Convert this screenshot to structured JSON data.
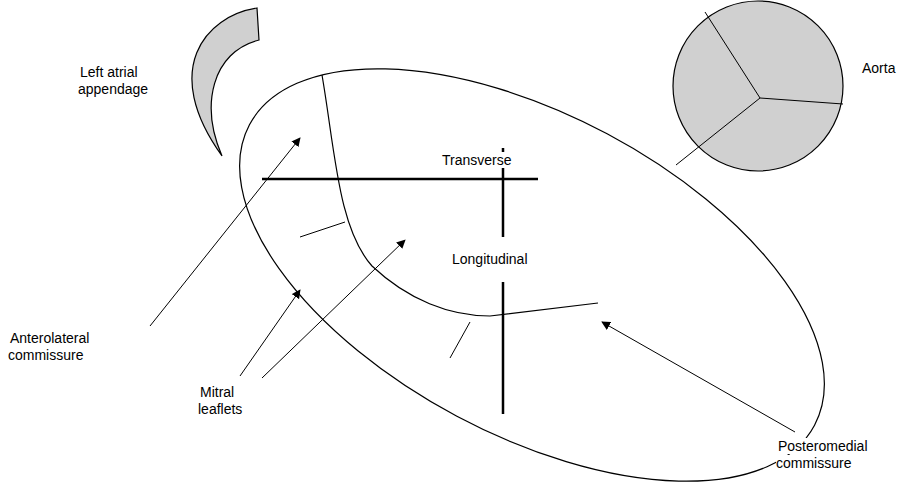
{
  "diagram": {
    "labels": [
      "Left atrial appendage",
      "Aorta",
      "Transverse",
      "Longitudinal",
      "Anterolateral commissure",
      "Mitral leaflets",
      "Posteromedial commissure"
    ]
  }
}
